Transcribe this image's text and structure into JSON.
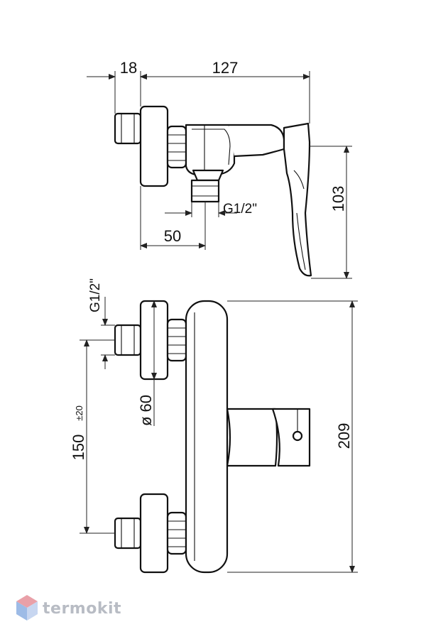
{
  "side_view": {
    "dim_18": "18",
    "dim_127": "127",
    "dim_103": "103",
    "dim_50": "50",
    "dim_thread": "G1/2\""
  },
  "front_view": {
    "dim_thread": "G1/2\"",
    "dim_diameter": "ø 60",
    "dim_150": "150",
    "dim_150_tol": "±20",
    "dim_209": "209"
  },
  "watermark": {
    "brand": "termokit",
    "colors": {
      "top": "#e9a0a8",
      "left": "#9dbbe6",
      "right": "#c7d6f0",
      "text": "#b8bcc4"
    }
  }
}
